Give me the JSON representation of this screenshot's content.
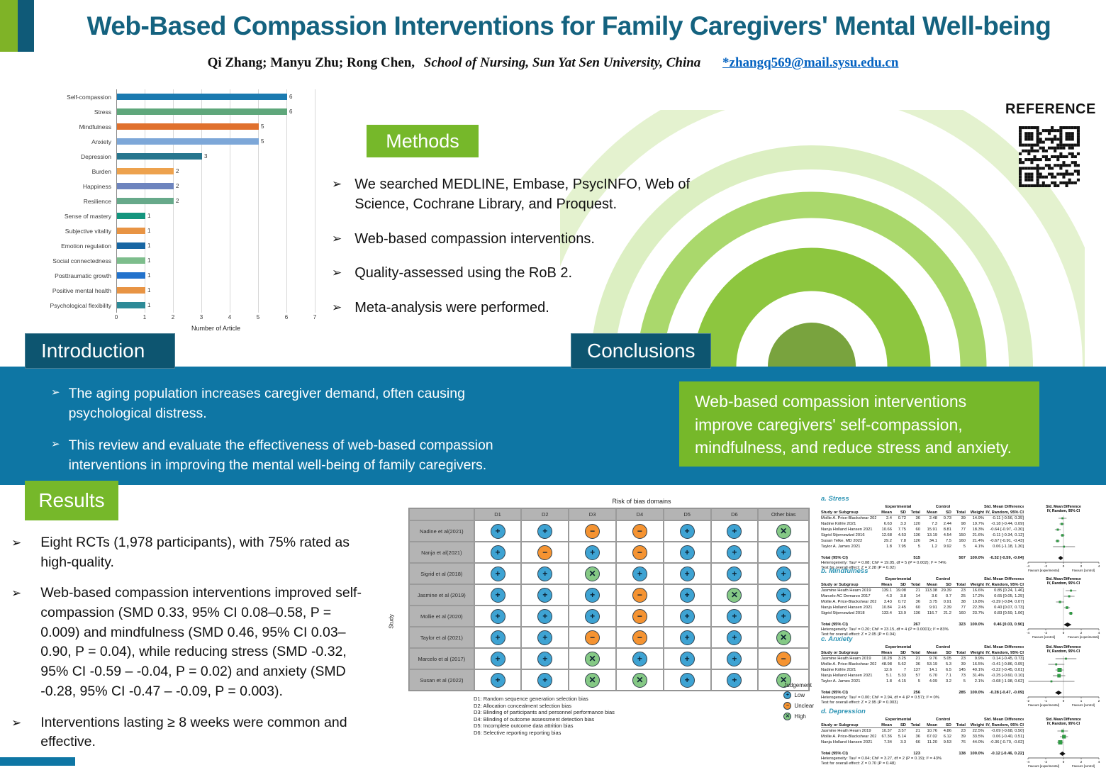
{
  "header": {
    "title": "Web-Based Compassion Interventions for Family Caregivers' Mental Well-being",
    "authors": "Qi Zhang; Manyu Zhu; Rong Chen,",
    "affiliation": "School of Nursing, Sun Yat Sen University, China",
    "email": "*zhangq569@mail.sysu.edu.cn"
  },
  "reference": {
    "heading": "REFERENCE"
  },
  "methods": {
    "heading": "Methods",
    "bullets": [
      "We searched MEDLINE, Embase, PsycINFO, Web of Science, Cochrane Library, and Proquest.",
      "Web-based compassion interventions.",
      "Quality-assessed using the RoB 2.",
      "Meta-analysis were performed."
    ]
  },
  "introduction": {
    "heading": "Introduction",
    "bullets": [
      "The aging population increases caregiver demand, often causing psychological distress.",
      "This review and evaluate the effectiveness of web-based compassion interventions in improving the mental well-being of family caregivers."
    ]
  },
  "conclusions": {
    "heading": "Conclusions",
    "text": "Web-based compassion interventions improve caregivers' self-compassion, mindfulness, and reduce stress and anxiety."
  },
  "results": {
    "heading": "Results",
    "bullets": [
      "Eight RCTs (1,978 participants), with 75% rated as high-quality.",
      "Web-based compassion interventions improved self-compassion (SMD 0.33, 95% CI 0.08–0.58, P = 0.009) and mindfulness (SMD 0.46, 95% CI 0.03–0.90, P = 0.04), while reducing stress (SMD -0.32, 95% CI -0.59 – -0.04, P = 0.02) and anxiety (SMD -0.28, 95% CI -0.47 – -0.09, P = 0.003).",
      "Interventions lasting ≥ 8 weeks were common and effective."
    ]
  },
  "colors": {
    "band_blue": "#0e76a4",
    "dark_teal": "#0d5570",
    "green": "#76b82a",
    "title_teal": "#14627f",
    "arc_bright": "#8dc63f",
    "arc_mid": "#aad86c",
    "arc_pale": "#dcefc2",
    "arc_center": "#79a33e"
  },
  "chart_data": [
    {
      "type": "bar",
      "orientation": "horizontal",
      "title": "",
      "categories": [
        "Self-compassion",
        "Stress",
        "Mindfulness",
        "Anxiety",
        "Depression",
        "Burden",
        "Happiness",
        "Resilience",
        "Sense of mastery",
        "Subjective vitality",
        "Emotion regulation",
        "Social connectedness",
        "Posttraumatic growth",
        "Positive mental health",
        "Psychological flexibility"
      ],
      "values": [
        6,
        6,
        5,
        5,
        3,
        2,
        2,
        2,
        1,
        1,
        1,
        1,
        1,
        1,
        1
      ],
      "bar_colors": [
        "#1a7ab0",
        "#5fa77b",
        "#e0712e",
        "#7da7d8",
        "#27768e",
        "#eda24e",
        "#6d84be",
        "#67a98a",
        "#13957e",
        "#e89444",
        "#1766a3",
        "#7dbd8c",
        "#2272cc",
        "#e89444",
        "#2d8a97"
      ],
      "xlabel": "Number of Article",
      "xlim": [
        0,
        7
      ],
      "xticks": [
        0,
        1,
        2,
        3,
        4,
        5,
        6,
        7
      ],
      "grid": true
    },
    {
      "type": "heatmap",
      "title": "Risk of bias domains",
      "ylabel": "Study",
      "columns": [
        "D1",
        "D2",
        "D3",
        "D4",
        "D5",
        "D6",
        "Other bias"
      ],
      "rows": [
        {
          "study": "Nadine et al(2021)",
          "judgements": [
            "low",
            "low",
            "unclear",
            "unclear",
            "low",
            "low",
            "high"
          ]
        },
        {
          "study": "Nanja et al(2021)",
          "judgements": [
            "low",
            "unclear",
            "low",
            "unclear",
            "low",
            "low",
            "low"
          ]
        },
        {
          "study": "Sigrid et al (2018)",
          "judgements": [
            "low",
            "low",
            "high",
            "low",
            "low",
            "low",
            "low"
          ]
        },
        {
          "study": "Jasmine et al (2019)",
          "judgements": [
            "low",
            "low",
            "low",
            "unclear",
            "low",
            "high",
            "low"
          ]
        },
        {
          "study": "Mollie et al (2020)",
          "judgements": [
            "low",
            "low",
            "low",
            "unclear",
            "low",
            "low",
            "low"
          ]
        },
        {
          "study": "Taylor et al (2021)",
          "judgements": [
            "low",
            "low",
            "unclear",
            "unclear",
            "low",
            "low",
            "high"
          ]
        },
        {
          "study": "Marcelo et al (2017)",
          "judgements": [
            "low",
            "low",
            "high",
            "low",
            "low",
            "low",
            "unclear"
          ]
        },
        {
          "study": "Susan et al (2022)",
          "judgements": [
            "low",
            "low",
            "high",
            "high",
            "low",
            "low",
            "high"
          ]
        }
      ],
      "legend": {
        "title": "Judgement",
        "items": [
          {
            "label": "Low",
            "symbol": "+",
            "color": "#3ea3d3"
          },
          {
            "label": "Unclear",
            "symbol": "−",
            "color": "#f59331"
          },
          {
            "label": "High",
            "symbol": "✕",
            "color": "#85c985"
          }
        ]
      },
      "footnotes": [
        "D1: Random sequence generation  selection bias",
        "D2: Allocation concealment  selection bias",
        "D3: Blinding of participants and personnel  performance bias",
        "D4: Blinding of outcome assessment  detection bias",
        "D5: Incomplete outcome data  attrition bias",
        "D6: Selective reporting  reporting bias"
      ]
    },
    {
      "type": "forest",
      "title": "a. Stress",
      "group1": "Experimental",
      "group2": "Control",
      "effect_header": "Std. Mean Difference",
      "method_header": "IV, Random, 95% CI",
      "columns": [
        "Study or Subgroup",
        "Mean",
        "SD",
        "Total",
        "Mean",
        "SD",
        "Total",
        "Weight",
        "IV, Random, 95% CI"
      ],
      "studies": [
        {
          "name": "Mollie A. Price-Blackshear 2020",
          "cells": [
            "2.4",
            "0.72",
            "36",
            "2.48",
            "0.73",
            "39",
            "14.9%",
            "-0.11 [-0.56, 0.35]"
          ],
          "est": -0.11,
          "lo": -0.56,
          "hi": 0.35,
          "w": 14.9
        },
        {
          "name": "Nadine Köhle 2021",
          "cells": [
            "6.63",
            "3.3",
            "120",
            "7.3",
            "2.44",
            "98",
            "19.7%",
            "-0.18 [-0.44, 0.09]"
          ],
          "est": -0.18,
          "lo": -0.44,
          "hi": 0.09,
          "w": 19.7
        },
        {
          "name": "Nanja Holland Hansen 2021",
          "cells": [
            "10.66",
            "7.75",
            "60",
            "15.91",
            "8.81",
            "77",
            "18.3%",
            "-0.64 [-0.97, -0.30]"
          ],
          "est": -0.64,
          "lo": -0.97,
          "hi": -0.3,
          "w": 18.3
        },
        {
          "name": "Sigrid Stjernswärd 2016",
          "cells": [
            "12.68",
            "4.53",
            "136",
            "13.19",
            "4.54",
            "150",
            "21.6%",
            "-0.11 [-0.34, 0.12]"
          ],
          "est": -0.11,
          "lo": -0.34,
          "hi": 0.12,
          "w": 21.6
        },
        {
          "name": "Susan Telke, MD 2022",
          "cells": [
            "29.2",
            "7.8",
            "126",
            "34.1",
            "7.5",
            "160",
            "21.4%",
            "-0.67 [-0.91, -0.43]"
          ],
          "est": -0.67,
          "lo": -0.91,
          "hi": -0.43,
          "w": 21.4
        },
        {
          "name": "Taylor A. James 2021",
          "cells": [
            "1.8",
            "7.95",
            "5",
            "1.2",
            "9.92",
            "5",
            "4.1%",
            "0.06 [-1.18, 1.30]"
          ],
          "est": 0.06,
          "lo": -1.18,
          "hi": 1.3,
          "w": 4.1
        }
      ],
      "total": {
        "label": "Total (95% CI)",
        "cells": [
          "",
          "",
          "515",
          "",
          "",
          "507",
          "100.0%",
          "-0.32 [-0.59, -0.04]"
        ],
        "est": -0.32,
        "lo": -0.59,
        "hi": -0.04
      },
      "heterogeneity": "Heterogeneity: Tau² = 0.08; Chi² = 19.05, df = 5 (P = 0.002); I² = 74%",
      "overall": "Test for overall effect: Z = 2.28 (P = 0.02)",
      "axis": {
        "min": -4,
        "max": 4,
        "ticks": [
          -4,
          -2,
          0,
          2,
          4
        ]
      },
      "favours_left": "Favours [experimental]",
      "favours_right": "Favours [control]"
    },
    {
      "type": "forest",
      "title": "b. Mindfulness",
      "group1": "Experimental",
      "group2": "Control",
      "effect_header": "Std. Mean Difference",
      "method_header": "IV, Random, 95% CI",
      "columns": [
        "Study or Subgroup",
        "Mean",
        "SD",
        "Total",
        "Mean",
        "SD",
        "Total",
        "Weight",
        "IV, Random, 95% CI"
      ],
      "studies": [
        {
          "name": "Jasmine Heath Hearn 2019",
          "cells": [
            "139.1",
            "19.08",
            "21",
            "113.38",
            "29.39",
            "23",
            "16.6%",
            "0.85 [0.24, 1.46]"
          ],
          "est": 0.85,
          "lo": 0.24,
          "hi": 1.46,
          "w": 16.6
        },
        {
          "name": "Marcelo AC Demarzo 2017",
          "cells": [
            "4.3",
            "3.8",
            "14",
            "3.6",
            "0.7",
            "25",
            "17.2%",
            "0.65 [0.05, 1.25]"
          ],
          "est": 0.65,
          "lo": 0.05,
          "hi": 1.25,
          "w": 17.2
        },
        {
          "name": "Mollie A. Price-Blackshear 2020",
          "cells": [
            "3.43",
            "0.72",
            "36",
            "3.75",
            "0.91",
            "38",
            "19.8%",
            "-0.39 [-0.84, 0.07]"
          ],
          "est": -0.39,
          "lo": -0.84,
          "hi": 0.07,
          "w": 19.8
        },
        {
          "name": "Nanja Holland Hansen 2021",
          "cells": [
            "10.84",
            "2.45",
            "60",
            "9.91",
            "2.39",
            "77",
            "22.3%",
            "0.40 [0.07, 0.73]"
          ],
          "est": 0.4,
          "lo": 0.07,
          "hi": 0.73,
          "w": 22.3
        },
        {
          "name": "Sigrid Stjernswärd 2018",
          "cells": [
            "133.4",
            "13.9",
            "136",
            "116.7",
            "21.2",
            "160",
            "23.7%",
            "0.83 [0.59, 1.06]"
          ],
          "est": 0.83,
          "lo": 0.59,
          "hi": 1.06,
          "w": 23.7
        }
      ],
      "total": {
        "label": "Total (95% CI)",
        "cells": [
          "",
          "",
          "267",
          "",
          "",
          "323",
          "100.0%",
          "0.46 [0.03, 0.90]"
        ],
        "est": 0.46,
        "lo": 0.03,
        "hi": 0.9
      },
      "heterogeneity": "Heterogeneity: Tau² = 0.20; Chi² = 23.15, df = 4 (P = 0.0001); I² = 83%",
      "overall": "Test for overall effect: Z = 2.05 (P = 0.04)",
      "axis": {
        "min": -4,
        "max": 4,
        "ticks": [
          -4,
          -2,
          0,
          2,
          4
        ]
      },
      "favours_left": "Favours [control]",
      "favours_right": "Favours [experimental]"
    },
    {
      "type": "forest",
      "title": "c. Anxiety",
      "group1": "Experimental",
      "group2": "Control",
      "effect_header": "Std. Mean Difference",
      "method_header": "IV, Random, 95% CI",
      "columns": [
        "Study or Subgroup",
        "Mean",
        "SD",
        "Total",
        "Mean",
        "SD",
        "Total",
        "Weight",
        "IV, Random, 95% CI"
      ],
      "studies": [
        {
          "name": "Jasmine Heath Hearn 2019",
          "cells": [
            "10.28",
            "3.25",
            "21",
            "9.76",
            "5.05",
            "23",
            "9.9%",
            "0.14 [-0.45, 0.73]"
          ],
          "est": 0.14,
          "lo": -0.45,
          "hi": 0.73,
          "w": 9.9
        },
        {
          "name": "Mollie A. Price-Blackshear 2020",
          "cells": [
            "48.98",
            "5.62",
            "36",
            "53.19",
            "5.3",
            "39",
            "16.5%",
            "-0.41 [-0.86, 0.05]"
          ],
          "est": -0.41,
          "lo": -0.86,
          "hi": 0.05,
          "w": 16.5
        },
        {
          "name": "Nadine Köhle 2021",
          "cells": [
            "12.6",
            "7",
            "137",
            "14.1",
            "6.5",
            "145",
            "40.1%",
            "-0.22 [-0.45, 0.01]"
          ],
          "est": -0.22,
          "lo": -0.45,
          "hi": 0.01,
          "w": 40.1
        },
        {
          "name": "Nanja Holland Hansen 2021",
          "cells": [
            "5.1",
            "5.33",
            "57",
            "6.70",
            "7.1",
            "73",
            "31.4%",
            "-0.25 [-0.60, 0.10]"
          ],
          "est": -0.25,
          "lo": -0.6,
          "hi": 0.1,
          "w": 31.4
        },
        {
          "name": "Taylor A. James 2021",
          "cells": [
            "1.8",
            "4.15",
            "5",
            "4.09",
            "3.2",
            "5",
            "2.1%",
            "-0.68 [-1.98, 0.62]"
          ],
          "est": -0.68,
          "lo": -1.98,
          "hi": 0.62,
          "w": 2.1
        }
      ],
      "total": {
        "label": "Total (95% CI)",
        "cells": [
          "",
          "",
          "256",
          "",
          "",
          "285",
          "100.0%",
          "-0.28 [-0.47, -0.09]"
        ],
        "est": -0.28,
        "lo": -0.47,
        "hi": -0.09
      },
      "heterogeneity": "Heterogeneity: Tau² = 0.00; Chi² = 2.94, df = 4 (P = 0.57); I² = 0%",
      "overall": "Test for overall effect: Z = 2.95 (P = 0.003)",
      "axis": {
        "min": -2,
        "max": 2,
        "ticks": [
          -2,
          -1,
          0,
          1,
          2
        ]
      },
      "favours_left": "Favours [experimental]",
      "favours_right": "Favours [control]"
    },
    {
      "type": "forest",
      "title": "d. Depression",
      "group1": "Experimental",
      "group2": "Control",
      "effect_header": "Std. Mean Difference",
      "method_header": "IV, Random, 95% CI",
      "columns": [
        "Study or Subgroup",
        "Mean",
        "SD",
        "Total",
        "Mean",
        "SD",
        "Total",
        "Weight",
        "IV, Random, 95% CI"
      ],
      "studies": [
        {
          "name": "Jasmine Heath Hearn 2019",
          "cells": [
            "10.37",
            "3.57",
            "21",
            "10.76",
            "4.86",
            "23",
            "22.5%",
            "-0.09 [-0.68, 0.50]"
          ],
          "est": -0.09,
          "lo": -0.68,
          "hi": 0.5,
          "w": 22.5
        },
        {
          "name": "Mollie A. Price-Blackshear 2020",
          "cells": [
            "67.36",
            "5.14",
            "36",
            "67.02",
            "6.12",
            "39",
            "33.5%",
            "0.06 [-0.40, 0.51]"
          ],
          "est": 0.06,
          "lo": -0.4,
          "hi": 0.51,
          "w": 33.5
        },
        {
          "name": "Nanja Holland Hansen 2021",
          "cells": [
            "7.34",
            "3.3",
            "66",
            "11.20",
            "9.53",
            "76",
            "44.0%",
            "-0.36 [-0.70, -0.02]"
          ],
          "est": -0.36,
          "lo": -0.7,
          "hi": -0.02,
          "w": 44.0
        }
      ],
      "total": {
        "label": "Total (95% CI)",
        "cells": [
          "",
          "",
          "123",
          "",
          "",
          "138",
          "100.0%",
          "-0.12 [-0.46, 0.22]"
        ],
        "est": -0.12,
        "lo": -0.46,
        "hi": 0.22
      },
      "heterogeneity": "Heterogeneity: Tau² = 0.04; Chi² = 3.27, df = 2 (P = 0.19); I² = 43%",
      "overall": "Test for overall effect: Z = 0.70 (P = 0.48)",
      "axis": {
        "min": -4,
        "max": 4,
        "ticks": [
          -4,
          -2,
          0,
          2,
          4
        ]
      },
      "favours_left": "Favours [experimental]",
      "favours_right": "Favours [control]"
    }
  ]
}
